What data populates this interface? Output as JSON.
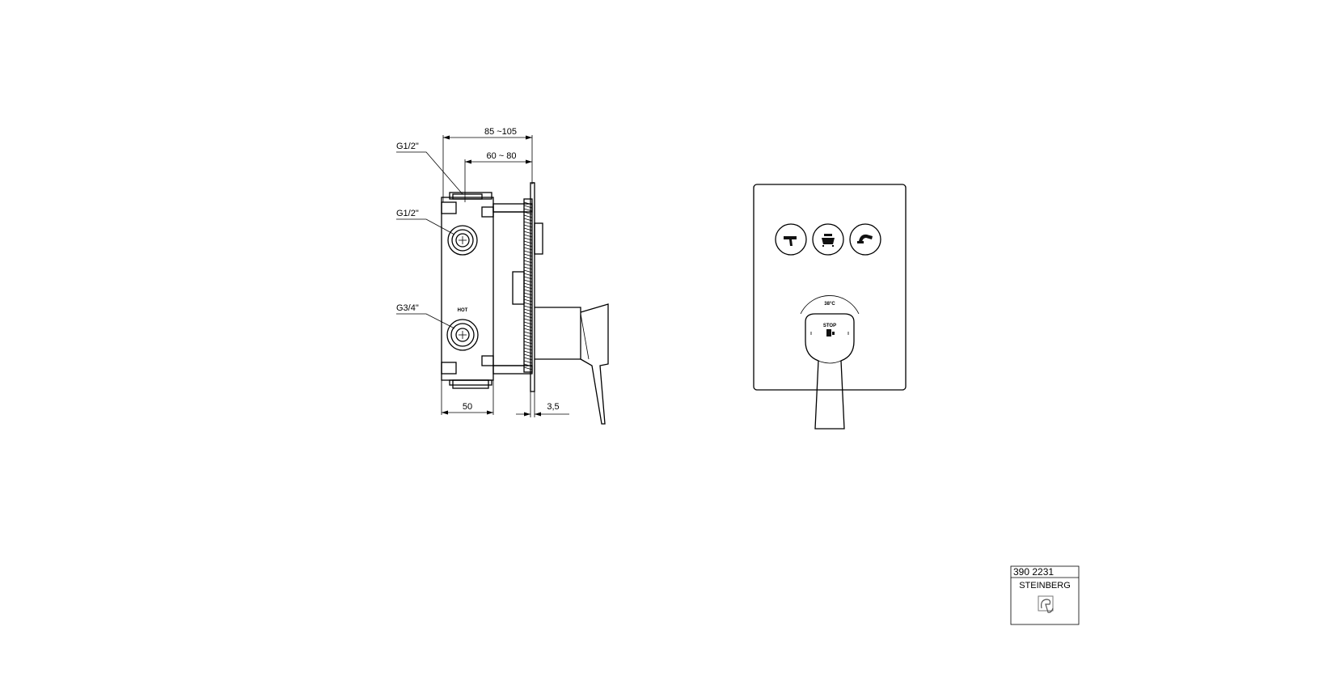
{
  "side_view": {
    "dims": {
      "overall_depth": "85 ~105",
      "install_depth": "60 ~ 80",
      "body_width": "50",
      "plate_thickness": "3,5"
    },
    "connections": {
      "top_outlet": "G1/2\"",
      "side_outlet": "G1/2\"",
      "inlet": "G3/4\""
    },
    "hot_marking": "HOT"
  },
  "front_view": {
    "buttons": [
      {
        "icon": "spout-icon"
      },
      {
        "icon": "bath-icon"
      },
      {
        "icon": "handshower-icon"
      }
    ],
    "temperature_marking": "38°C",
    "lever_label": "STOP"
  },
  "title_block": {
    "part_number": "390 2231",
    "brand": "STEINBERG"
  }
}
